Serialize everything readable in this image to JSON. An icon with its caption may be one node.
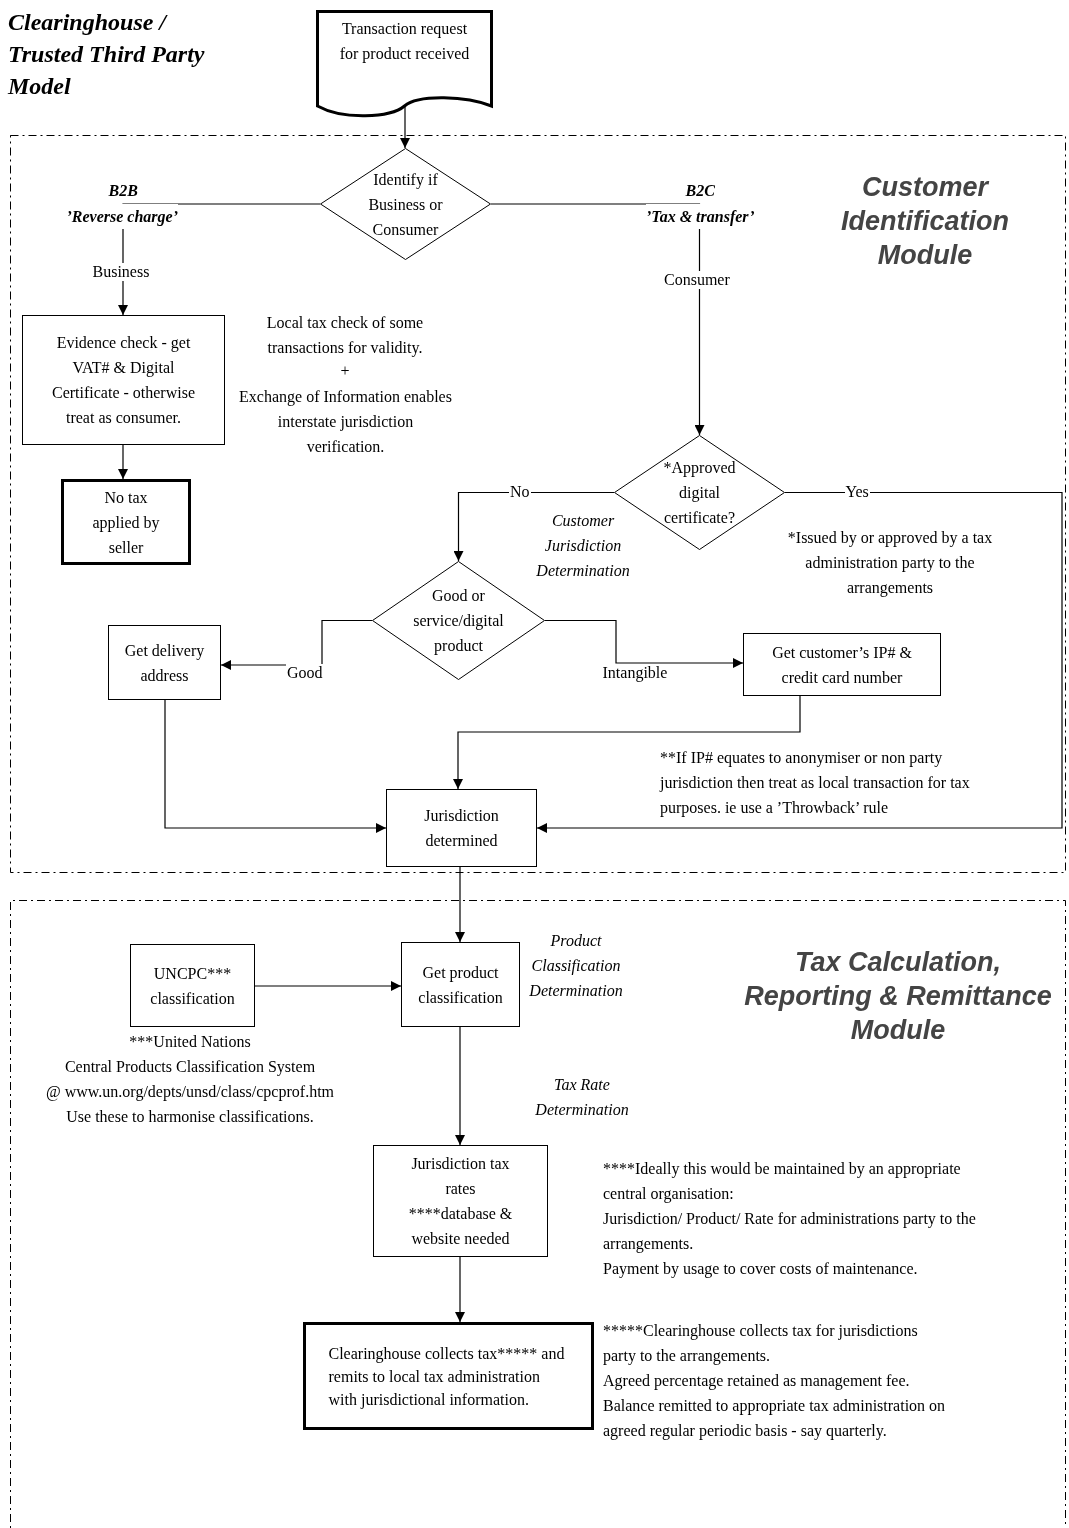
{
  "diagram": {
    "title": "Clearinghouse / Trusted Third Party Model",
    "nodes": [
      {
        "text": [
          "Customer Identification Module"
        ]
      },
      {
        "text": [
          "Transaction request for product received"
        ]
      },
      {
        "text": [
          "Identify if Business or Consumer"
        ],
        "in": 0
      },
      {
        "text": [
          "Evidence check - get VAT# & Digital Certificate - otherwise treat as consumer."
        ],
        "in": 0
      },
      {
        "text": [
          "No tax applied by seller"
        ],
        "in": 0
      },
      {
        "text": [
          "*Approved digital certificate?"
        ],
        "in": 0
      },
      {
        "text": [
          "Good or service/digital product"
        ],
        "in": 0
      },
      {
        "text": [
          "Get delivery address"
        ],
        "in": 0
      },
      {
        "text": [
          "Get customer’s IP# & credit card number"
        ],
        "in": 0
      },
      {
        "text": [
          "Jurisdiction determined"
        ],
        "in": 0
      },
      {
        "text": [
          "Tax Calculation, Reporting & Remittance Module"
        ]
      },
      {
        "text": [
          "UNCPC*** classification"
        ],
        "in": 10
      },
      {
        "text": [
          "Get product classification"
        ],
        "in": 10
      },
      {
        "text": [
          "Jurisdiction tax rates ****database & website needed"
        ],
        "in": 10
      },
      {
        "text": [
          "Clearinghouse collects tax***** and remits to local tax administration with jurisdictional information."
        ],
        "in": 10
      }
    ],
    "edges": [
      {
        "from": 1,
        "to": 2,
        "arrow": "to"
      },
      {
        "from": 2,
        "to": 3,
        "arrow": "to",
        "label": "Business"
      },
      {
        "from": 2,
        "to": 5,
        "arrow": "to",
        "label": "Consumer"
      },
      {
        "from": 3,
        "to": 4,
        "arrow": "to"
      },
      {
        "from": 5,
        "to": 6,
        "arrow": "to",
        "label": "No"
      },
      {
        "from": 5,
        "to": 9,
        "arrow": "to",
        "label": "Yes"
      },
      {
        "from": 6,
        "to": 7,
        "arrow": "to",
        "label": "Good"
      },
      {
        "from": 6,
        "to": 8,
        "arrow": "to",
        "label": "Intangible"
      },
      {
        "from": 7,
        "to": 9,
        "arrow": "to"
      },
      {
        "from": 8,
        "to": 9,
        "arrow": "to"
      },
      {
        "from": 9,
        "to": 12,
        "arrow": "to"
      },
      {
        "from": 11,
        "to": 12,
        "arrow": "to"
      },
      {
        "from": 12,
        "to": 13,
        "arrow": "to"
      },
      {
        "from": 13,
        "to": 14,
        "arrow": "to"
      }
    ],
    "labels": [
      "B2B",
      "’Reverse charge’",
      "B2C",
      "’Tax & transfer’",
      "Local tax check of some transactions for validity.",
      "+",
      "Exchange of Information enables interstate jurisdiction verification.",
      "Customer Jurisdiction Determination",
      "*Issued by or approved by a tax administration party to the arrangements",
      "**If IP# equates to anonymiser or non party jurisdiction then treat as local transaction for tax purposes. ie use a ’Throwback’ rule",
      "Product Classification Determination",
      "***United Nations",
      "Central Products Classification System",
      "@ www.un.org/depts/unsd/class/cpcprof.htm",
      "Use these to harmonise classifications.",
      "Tax Rate Determination",
      "****Ideally this would be maintained by an appropriate central organisation:",
      "Jurisdiction/ Product/ Rate for administrations party to the arrangements.",
      "Payment by usage to cover costs of maintenance.",
      "*****Clearinghouse collects tax for jurisdictions party to the arrangements.",
      "Agreed percentage retained as management fee.",
      "Balance remitted to appropriate tax administration on agreed regular periodic basis - say quarterly."
    ]
  }
}
